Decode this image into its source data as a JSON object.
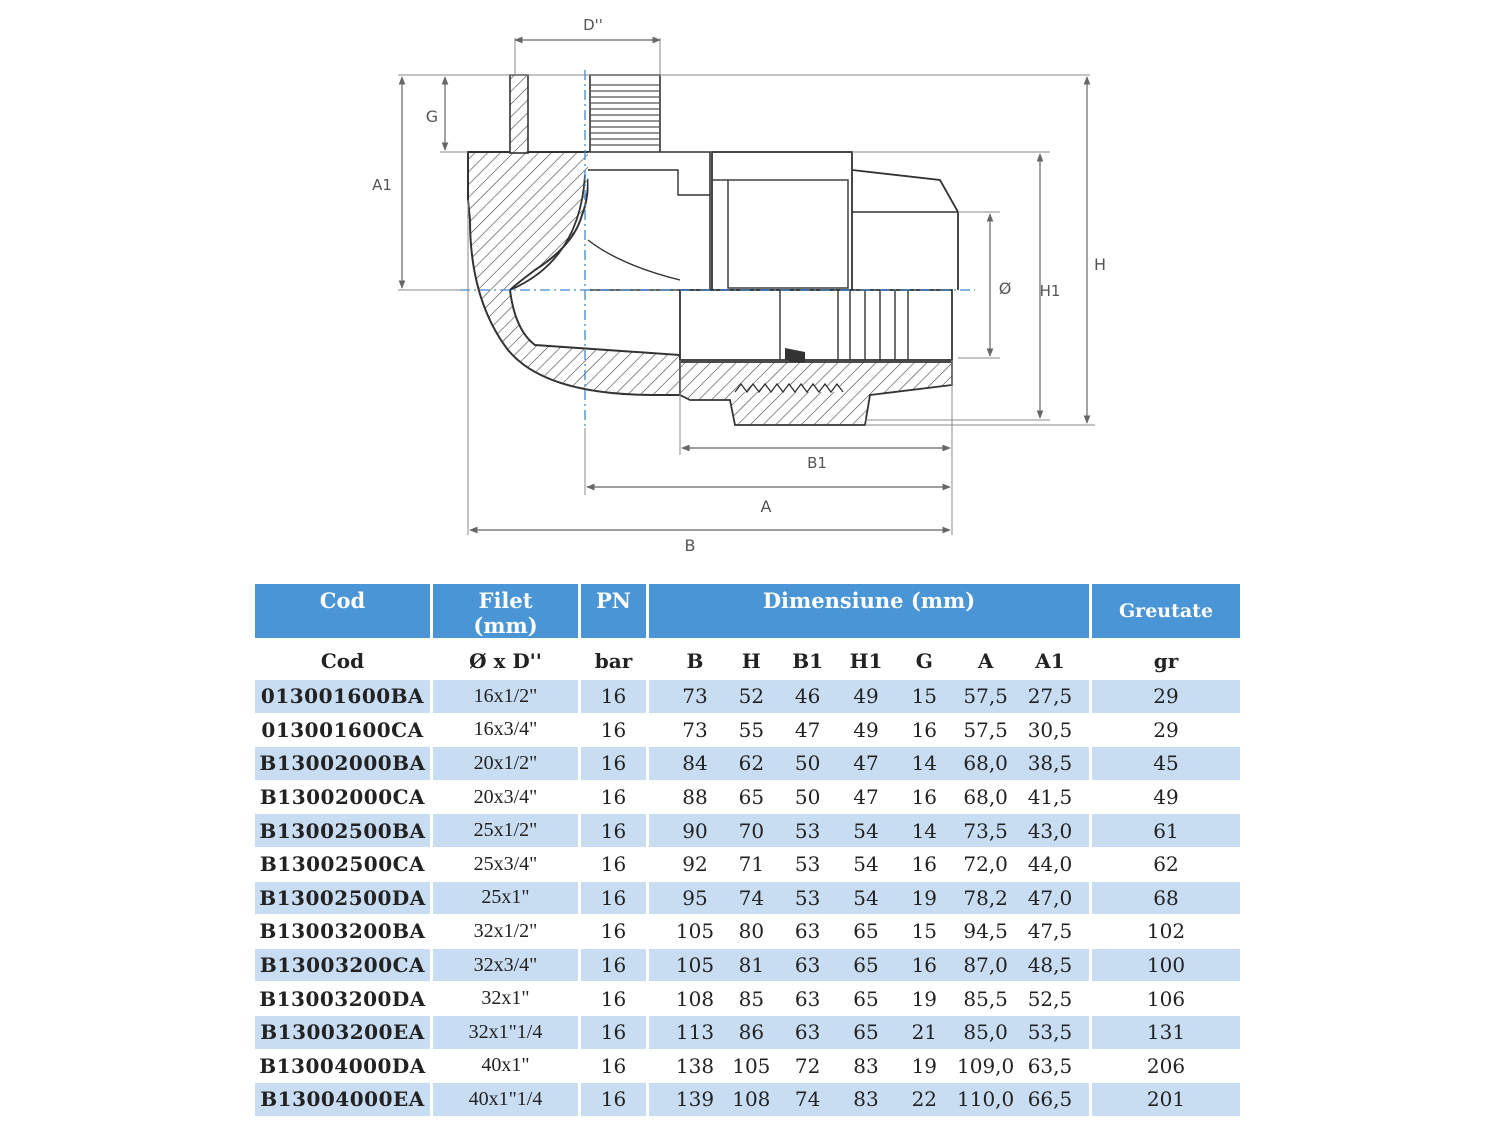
{
  "drawing": {
    "labels": {
      "d_thread": "D''",
      "g": "G",
      "a1_left": "A1",
      "diameter": "Ø",
      "h1": "H1",
      "h": "H",
      "b1": "B1",
      "a": "A",
      "b": "B"
    }
  },
  "table": {
    "headers": {
      "cod": "Cod",
      "filet": "Filet",
      "filet_unit": "(mm)",
      "pn": "PN",
      "dimensiune": "Dimensiune (mm)",
      "greutate": "Greutate"
    },
    "unit_row": {
      "cod": "Cod",
      "filet": "Ø x D''",
      "pn": "bar",
      "dims": [
        "B",
        "H",
        "B1",
        "H1",
        "G",
        "A",
        "A1"
      ],
      "greutate": "gr"
    },
    "rows": [
      {
        "cod": "013001600BA",
        "filet": "16x1/2\"",
        "pn": "16",
        "dims": [
          "73",
          "52",
          "46",
          "49",
          "15",
          "57,5",
          "27,5"
        ],
        "gr": "29"
      },
      {
        "cod": "013001600CA",
        "filet": "16x3/4\"",
        "pn": "16",
        "dims": [
          "73",
          "55",
          "47",
          "49",
          "16",
          "57,5",
          "30,5"
        ],
        "gr": "29"
      },
      {
        "cod": "B13002000BA",
        "filet": "20x1/2\"",
        "pn": "16",
        "dims": [
          "84",
          "62",
          "50",
          "47",
          "14",
          "68,0",
          "38,5"
        ],
        "gr": "45"
      },
      {
        "cod": "B13002000CA",
        "filet": "20x3/4\"",
        "pn": "16",
        "dims": [
          "88",
          "65",
          "50",
          "47",
          "16",
          "68,0",
          "41,5"
        ],
        "gr": "49"
      },
      {
        "cod": "B13002500BA",
        "filet": "25x1/2\"",
        "pn": "16",
        "dims": [
          "90",
          "70",
          "53",
          "54",
          "14",
          "73,5",
          "43,0"
        ],
        "gr": "61"
      },
      {
        "cod": "B13002500CA",
        "filet": "25x3/4\"",
        "pn": "16",
        "dims": [
          "92",
          "71",
          "53",
          "54",
          "16",
          "72,0",
          "44,0"
        ],
        "gr": "62"
      },
      {
        "cod": "B13002500DA",
        "filet": "25x1\"",
        "pn": "16",
        "dims": [
          "95",
          "74",
          "53",
          "54",
          "19",
          "78,2",
          "47,0"
        ],
        "gr": "68"
      },
      {
        "cod": "B13003200BA",
        "filet": "32x1/2\"",
        "pn": "16",
        "dims": [
          "105",
          "80",
          "63",
          "65",
          "15",
          "94,5",
          "47,5"
        ],
        "gr": "102"
      },
      {
        "cod": "B13003200CA",
        "filet": "32x3/4\"",
        "pn": "16",
        "dims": [
          "105",
          "81",
          "63",
          "65",
          "16",
          "87,0",
          "48,5"
        ],
        "gr": "100"
      },
      {
        "cod": "B13003200DA",
        "filet": "32x1\"",
        "pn": "16",
        "dims": [
          "108",
          "85",
          "63",
          "65",
          "19",
          "85,5",
          "52,5"
        ],
        "gr": "106"
      },
      {
        "cod": "B13003200EA",
        "filet": "32x1\"1/4",
        "pn": "16",
        "dims": [
          "113",
          "86",
          "63",
          "65",
          "21",
          "85,0",
          "53,5"
        ],
        "gr": "131"
      },
      {
        "cod": "B13004000DA",
        "filet": "40x1\"",
        "pn": "16",
        "dims": [
          "138",
          "105",
          "72",
          "83",
          "19",
          "109,0",
          "63,5"
        ],
        "gr": "206"
      },
      {
        "cod": "B13004000EA",
        "filet": "40x1\"1/4",
        "pn": "16",
        "dims": [
          "139",
          "108",
          "74",
          "83",
          "22",
          "110,0",
          "66,5"
        ],
        "gr": "201"
      }
    ]
  }
}
